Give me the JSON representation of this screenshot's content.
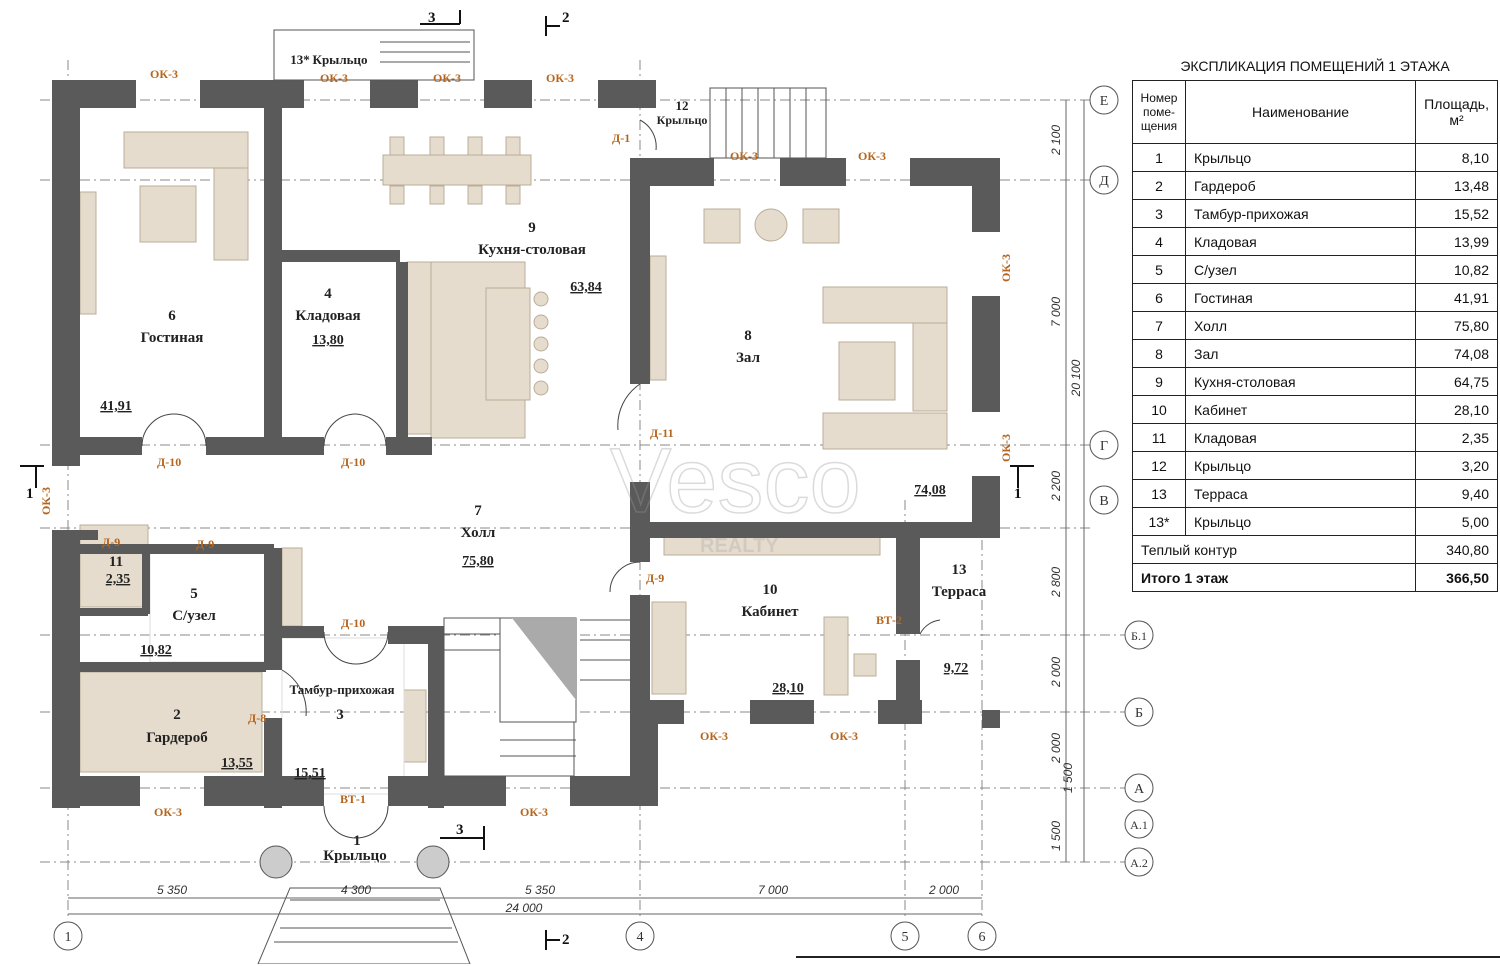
{
  "plan": {
    "rooms": [
      {
        "num": "1",
        "name": "Крыльцо",
        "area": ""
      },
      {
        "num": "2",
        "name": "Гардероб",
        "area": "13,55"
      },
      {
        "num": "3",
        "name": "Тамбур-прихожая",
        "area": "15,51"
      },
      {
        "num": "4",
        "name": "Кладовая",
        "area": "13,80"
      },
      {
        "num": "5",
        "name": "С/узел",
        "area": "10,82"
      },
      {
        "num": "6",
        "name": "Гостиная",
        "area": "41,91"
      },
      {
        "num": "7",
        "name": "Холл",
        "area": "75,80"
      },
      {
        "num": "8",
        "name": "Зал",
        "area": "74,08"
      },
      {
        "num": "9",
        "name": "Кухня-столовая",
        "area": "63,84"
      },
      {
        "num": "10",
        "name": "Кабинет",
        "area": "28,10"
      },
      {
        "num": "11",
        "name": "",
        "area": "2,35"
      },
      {
        "num": "12",
        "name": "Крыльцо",
        "area": ""
      },
      {
        "num": "13",
        "name": "Терраса",
        "area": "9,72"
      },
      {
        "num": "13*",
        "name": "Крыльцо",
        "area": ""
      }
    ],
    "openings": {
      "ok3": "ОК-3",
      "d1": "Д-1",
      "d8": "Д-8",
      "d9": "Д-9",
      "d10": "Д-10",
      "d11": "Д-11",
      "vt1": "ВТ-1",
      "vt2": "ВТ-2"
    },
    "axes_letters": [
      "Е",
      "Д",
      "Г",
      "В",
      "Б.1",
      "Б",
      "А",
      "А.1",
      "А.2"
    ],
    "axes_numbers": [
      "1",
      "4",
      "5",
      "6"
    ],
    "dims_h": [
      "5 350",
      "4 300",
      "5 350",
      "7 000",
      "2 000",
      "24 000"
    ],
    "dims_v": [
      "2 100",
      "7 000",
      "20 100",
      "2 200",
      "2 800",
      "2 000",
      "2 000",
      "1 500",
      "1 500"
    ],
    "cuts": [
      "1",
      "2",
      "3"
    ],
    "watermark": "Vesco",
    "watermark_sub": "REALTY"
  },
  "table": {
    "title": "ЭКСПЛИКАЦИЯ ПОМЕЩЕНИЙ 1 ЭТАЖА",
    "headers": {
      "num": "Номер поме-щения",
      "name": "Наименование",
      "area": "Площадь, м²"
    },
    "rows": [
      {
        "num": "1",
        "name": "Крыльцо",
        "area": "8,10"
      },
      {
        "num": "2",
        "name": "Гардероб",
        "area": "13,48"
      },
      {
        "num": "3",
        "name": "Тамбур-прихожая",
        "area": "15,52"
      },
      {
        "num": "4",
        "name": "Кладовая",
        "area": "13,99"
      },
      {
        "num": "5",
        "name": "С/узел",
        "area": "10,82"
      },
      {
        "num": "6",
        "name": "Гостиная",
        "area": "41,91"
      },
      {
        "num": "7",
        "name": "Холл",
        "area": "75,80"
      },
      {
        "num": "8",
        "name": "Зал",
        "area": "74,08"
      },
      {
        "num": "9",
        "name": "Кухня-столовая",
        "area": "64,75"
      },
      {
        "num": "10",
        "name": "Кабинет",
        "area": "28,10"
      },
      {
        "num": "11",
        "name": "Кладовая",
        "area": "2,35"
      },
      {
        "num": "12",
        "name": "Крыльцо",
        "area": "3,20"
      },
      {
        "num": "13",
        "name": "Терраса",
        "area": "9,40"
      },
      {
        "num": "13*",
        "name": "Крыльцо",
        "area": "5,00"
      }
    ],
    "warm": {
      "label": "Теплый контур",
      "area": "340,80"
    },
    "total": {
      "label": "Итого 1 этаж",
      "area": "366,50"
    }
  }
}
